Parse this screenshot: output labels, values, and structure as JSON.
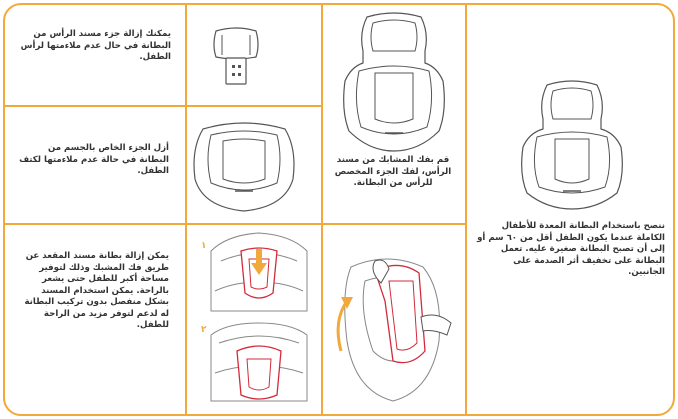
{
  "panels": {
    "headrest_text": "يمكنك إزالة جزء مسند الرأس من البطانة في حال عدم ملاءمتها لرأس الطفل.",
    "body_text": "أزل الجزء الخاص بالجسم من البطانة في حالة عدم ملاءمتها لكتف الطفل.",
    "unbuckle_text": "قم بفك المشابك من مسند الرأس، لفك الجزء المخصص للرأس من البطانة.",
    "full_insert_text": "ننصح باستخدام البطانة المعدة للأطفال الكاملة عندما يكون الطفل أقل من ٦٠ سم أو إلى أن تصبح البطانة صغيرة عليه. تعمل البطانة على تخفيف أثر الصدمة على الجانبين.",
    "seat_pad_text": "يمكن إزالة بطانة مسند المقعد عن طريق فك المشبك وذلك لتوفير مساحة أكبر للطفل حتى يشعر بالراحة. يمكن استخدام المسند بشكل منفصل بدون تركيب البطانة له لدعم لتوفر مزيد من الراحة للطفل.",
    "step1": "١",
    "step2": "٢"
  },
  "colors": {
    "accent": "#f2a93b",
    "insert": "#d22b3b",
    "line": "#555555"
  }
}
